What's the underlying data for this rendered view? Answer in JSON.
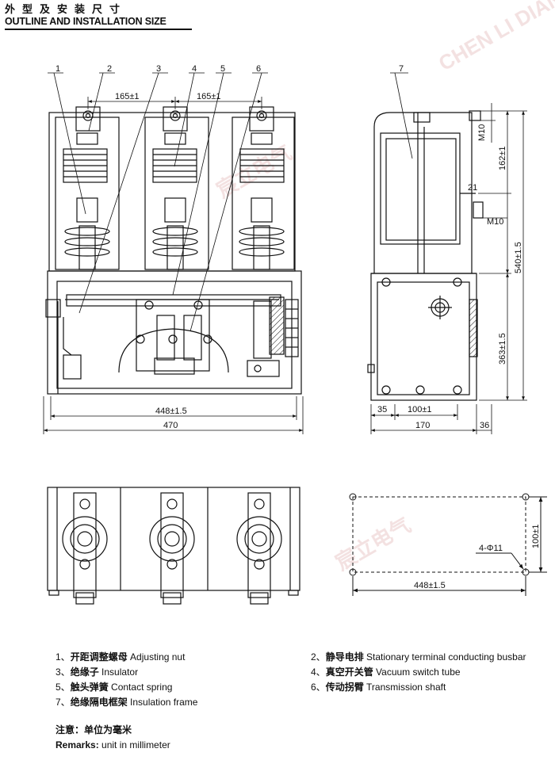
{
  "header": {
    "title_cn": "外型及安装尺寸",
    "title_en": "OUTLINE AND INSTALLATION SIZE"
  },
  "callouts": [
    "1",
    "2",
    "3",
    "4",
    "5",
    "6",
    "7"
  ],
  "dimensions": {
    "front_pitch_left": "165±1",
    "front_pitch_right": "165±1",
    "front_inner_width": "448±1.5",
    "front_total_width": "470",
    "side_m10_top": "M10",
    "side_162": "162±1",
    "side_21": "21",
    "side_m10_mid": "M10",
    "side_540": "540±1.5",
    "side_363": "363±1.5",
    "side_35": "35",
    "side_100": "100±1",
    "side_170": "170",
    "side_36": "36",
    "mount_height": "100±1",
    "mount_holes": "4-Φ11",
    "mount_width": "448±1.5"
  },
  "legend": [
    {
      "num": "1、",
      "cn": "开距调整螺母",
      "en": "Adjusting nut"
    },
    {
      "num": "2、",
      "cn": "静导电排",
      "en": "Stationary terminal conducting busbar"
    },
    {
      "num": "3、",
      "cn": "绝缘子",
      "en": "Insulator"
    },
    {
      "num": "4、",
      "cn": "真空开关管",
      "en": "Vacuum switch tube"
    },
    {
      "num": "5、",
      "cn": "触头弹簧",
      "en": "Contact spring"
    },
    {
      "num": "6、",
      "cn": "传动拐臂",
      "en": "Transmission shaft"
    },
    {
      "num": "7、",
      "cn": "绝缘隔电框架",
      "en": "Insulation frame"
    }
  ],
  "remarks": {
    "cn": "注意：单位为毫米",
    "en_label": "Remarks:",
    "en_text": "unit in millimeter"
  },
  "watermark": {
    "cn": "宸立电气",
    "en": "CHEN LI DIAN QI"
  }
}
